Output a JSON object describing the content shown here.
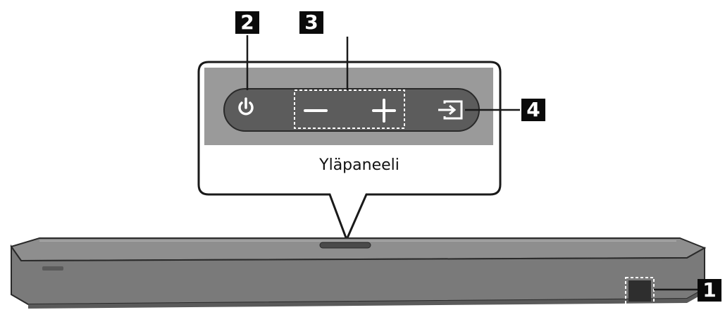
{
  "callouts": {
    "top_buttons": "2",
    "volume_buttons": "3",
    "source_button": "4",
    "front_sensor": "1"
  },
  "panel_caption": "Yläpaneeli",
  "icons": {
    "power": "power-icon",
    "volume_down": "minus-icon",
    "volume_up": "plus-icon",
    "source": "source-input-icon"
  },
  "colors": {
    "panel_background": "#9a9a9a",
    "button_strip": "#5c5c5c",
    "soundbar_body": "#7a7a7a",
    "soundbar_top": "#8e8e8e",
    "icon": "#ffffff",
    "callout_box": "#0a0a0a"
  }
}
